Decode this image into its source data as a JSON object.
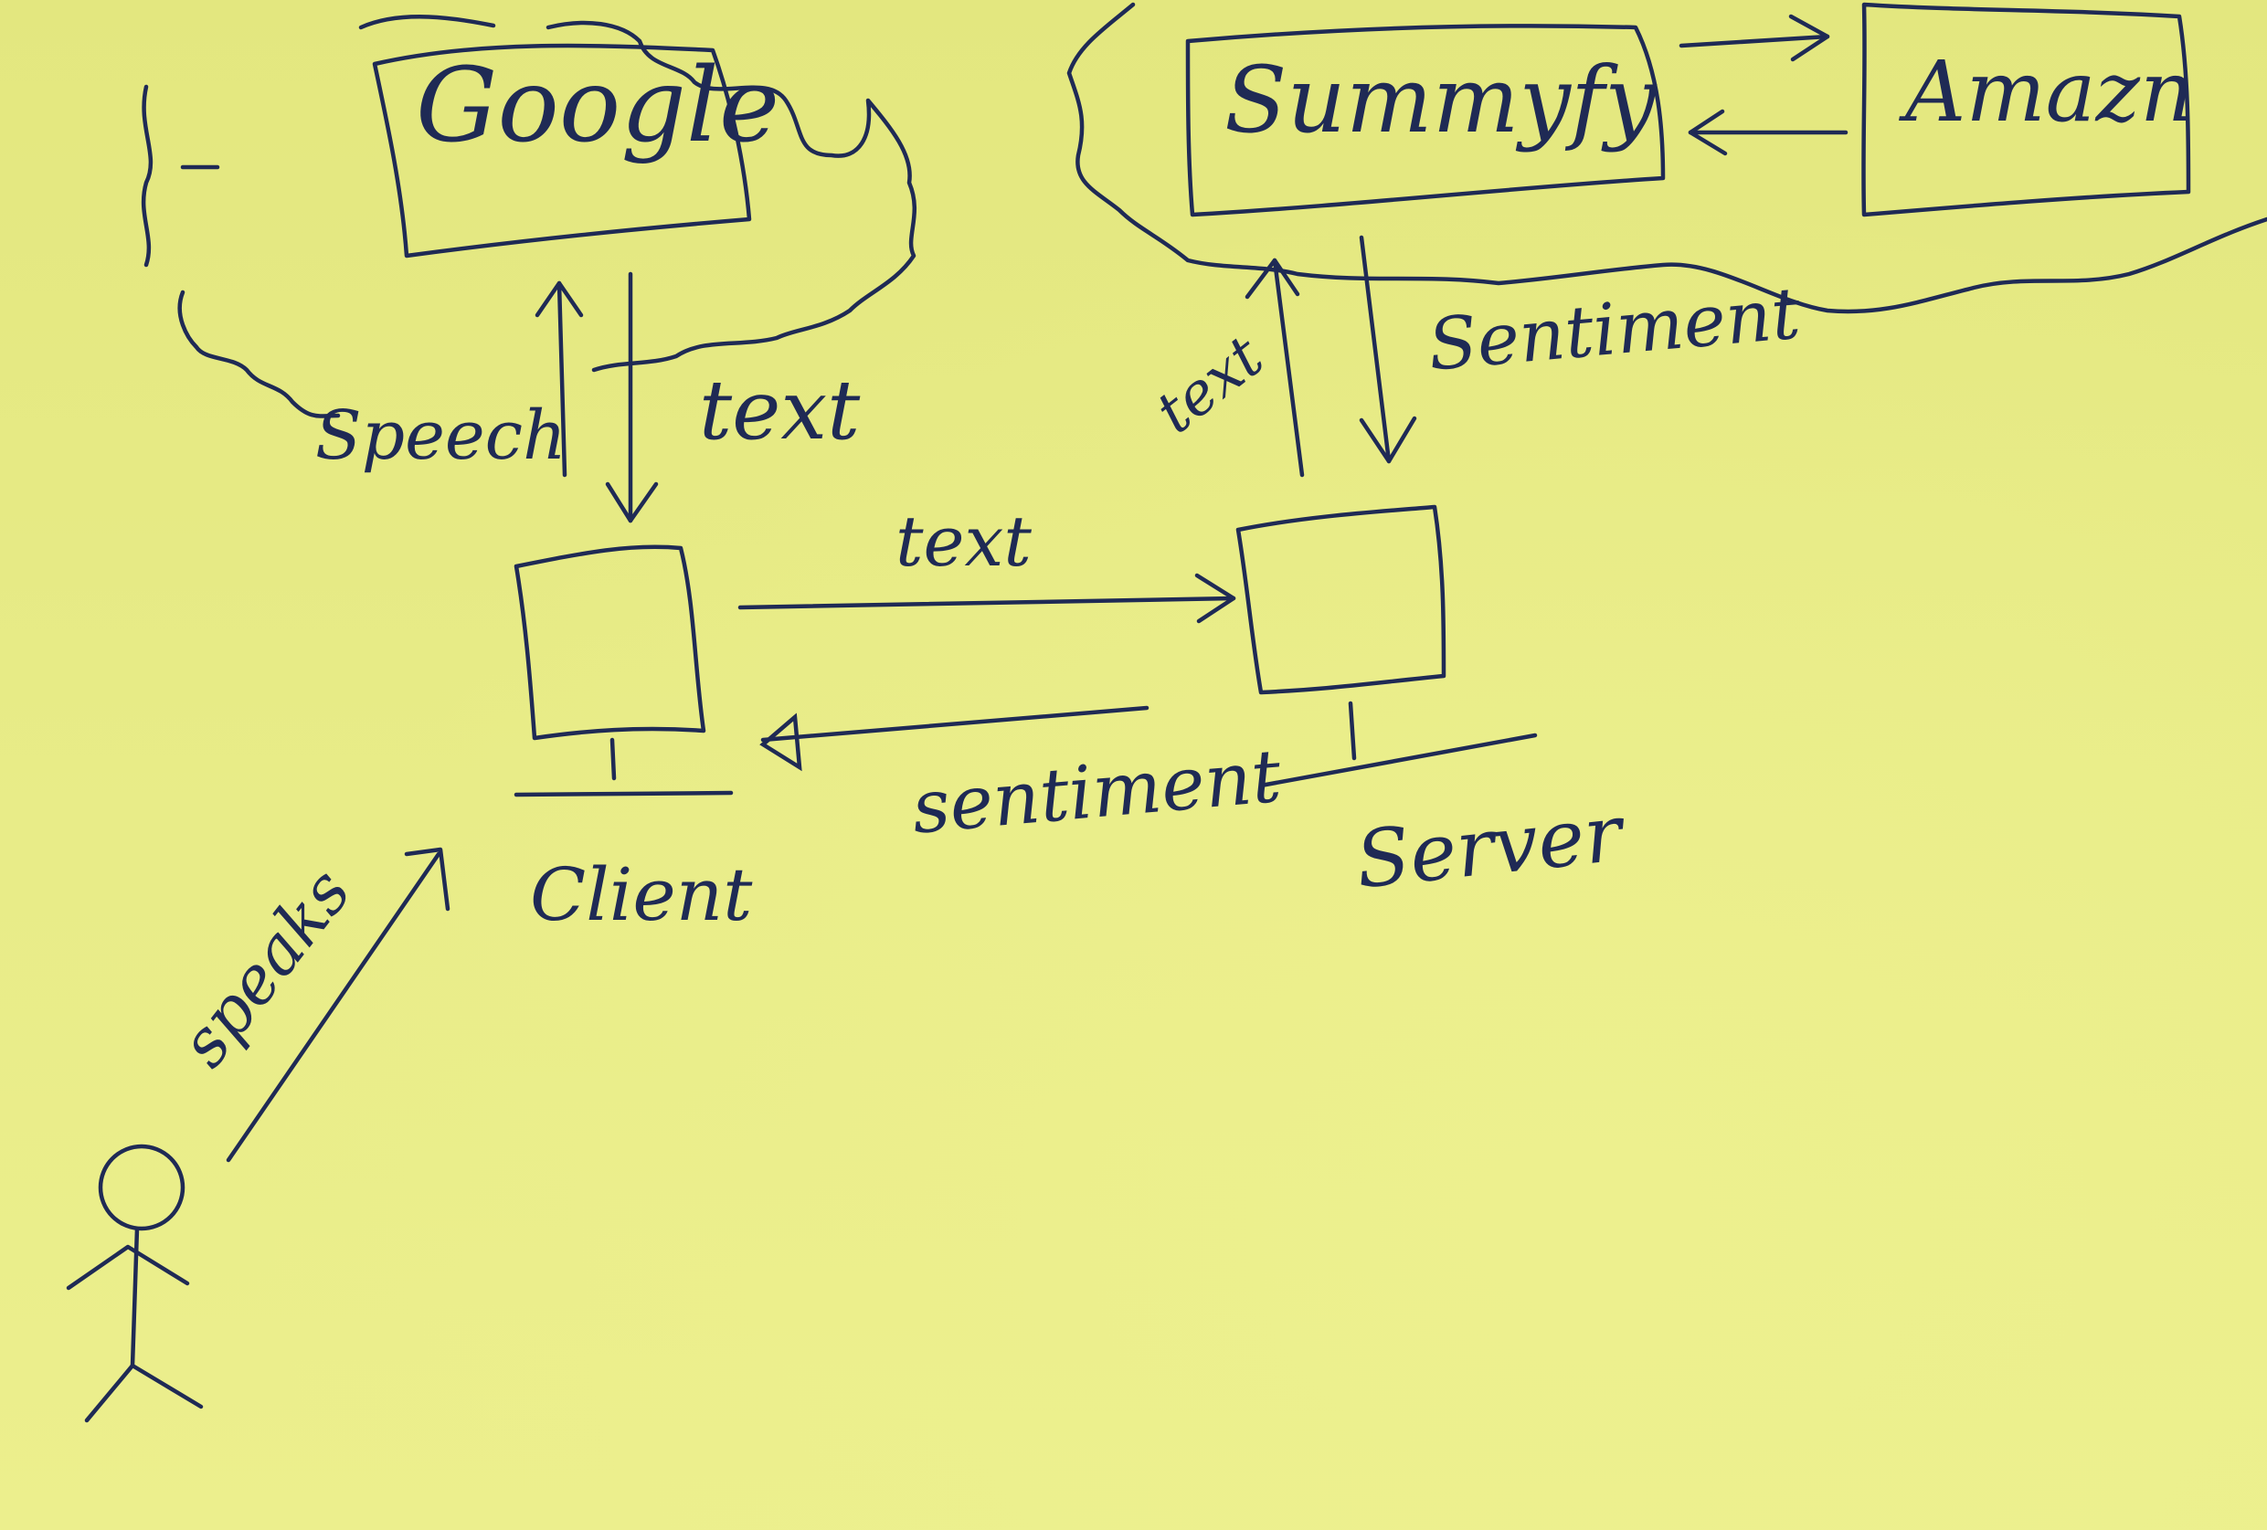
{
  "diagram": {
    "nodes": {
      "google": "Google",
      "summify": "Summyfy",
      "amazon": "Amazn",
      "client": "Client",
      "server": "Server"
    },
    "edges": {
      "speech": "Speech",
      "text_from_google": "text",
      "text_client_to_server": "text",
      "sentiment_server_to_client": "sentiment",
      "text_server_to_summify": "text",
      "sentiment_summify_to_server": "Sentiment",
      "speaks": "speaks"
    },
    "colors": {
      "paper": "#e6ea84",
      "ink": "#1f2a55"
    }
  }
}
